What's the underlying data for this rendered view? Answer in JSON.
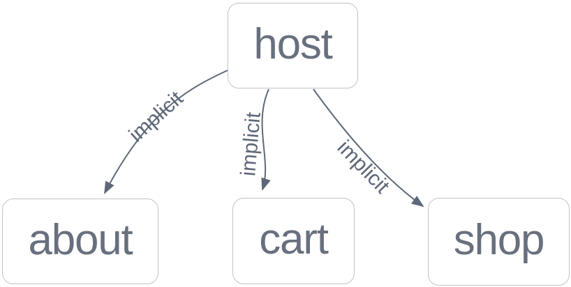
{
  "diagram": {
    "type": "graph",
    "nodes": [
      {
        "id": "host",
        "label": "host"
      },
      {
        "id": "about",
        "label": "about"
      },
      {
        "id": "cart",
        "label": "cart"
      },
      {
        "id": "shop",
        "label": "shop"
      }
    ],
    "edges": [
      {
        "from": "host",
        "to": "about",
        "label": "implicit"
      },
      {
        "from": "host",
        "to": "cart",
        "label": "implicit"
      },
      {
        "from": "host",
        "to": "shop",
        "label": "implicit"
      }
    ],
    "colors": {
      "background": "#ffffff",
      "node_fill": "#ffffff",
      "node_border": "#bfc3c9",
      "node_text": "#68707e",
      "edge": "#5e6878"
    }
  }
}
